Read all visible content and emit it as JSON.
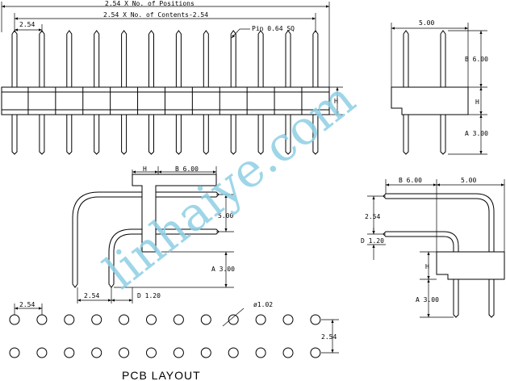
{
  "colors": {
    "line": "#000000",
    "watermark": "#8ecfe4",
    "background": "#ffffff"
  },
  "labels": {
    "positions": "2.54 X No. of Positions",
    "contents": "2.54 X No. of Contents-2.54",
    "pitch": "2.54",
    "pin_note": "Pin 0.64 SQ",
    "side_width": "5.00",
    "b_dim": "B 6.00",
    "h": "H",
    "a_dim": "A 3.00",
    "d_dim": "D 1.20",
    "row_pitch": "2.54",
    "hole_dia": "ø1.02",
    "pcb_layout": "PCB LAYOUT"
  },
  "watermark": "linhaiye.com"
}
